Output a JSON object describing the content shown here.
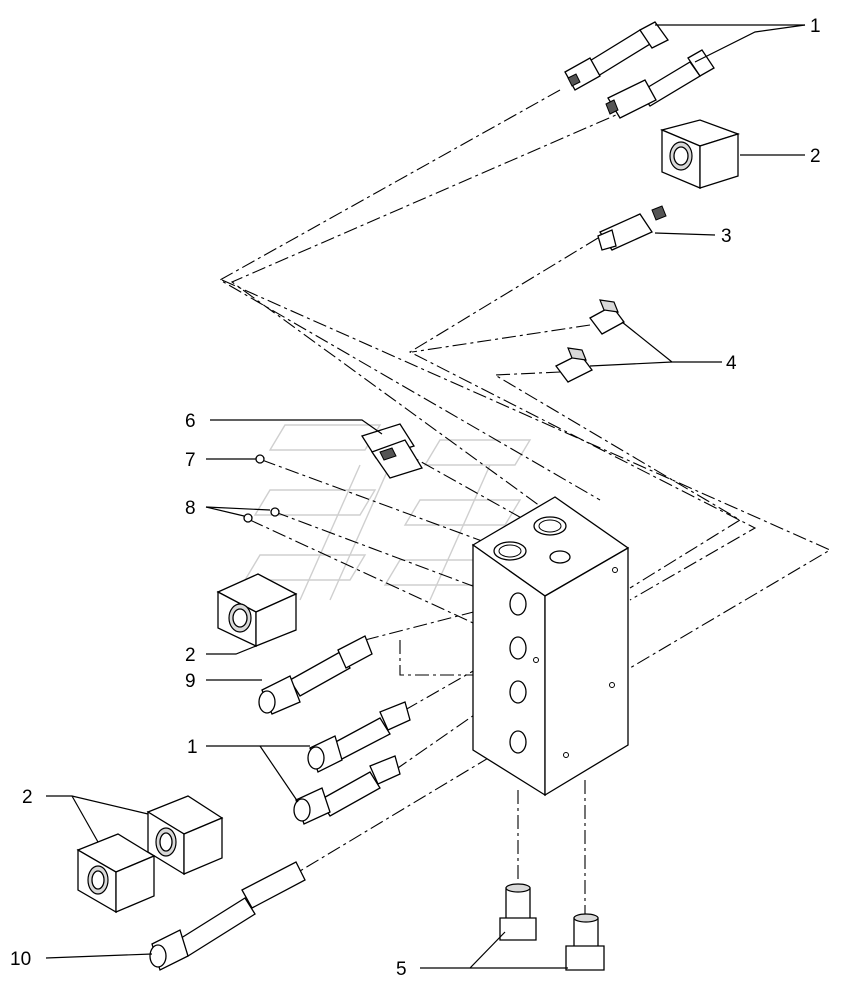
{
  "callouts": {
    "c1_top": "1",
    "c2_top": "2",
    "c3": "3",
    "c4": "4",
    "c6": "6",
    "c7": "7",
    "c8": "8",
    "c2_mid": "2",
    "c9": "9",
    "c1_mid": "1",
    "c2_bottom": "2",
    "c10": "10",
    "c5": "5"
  }
}
